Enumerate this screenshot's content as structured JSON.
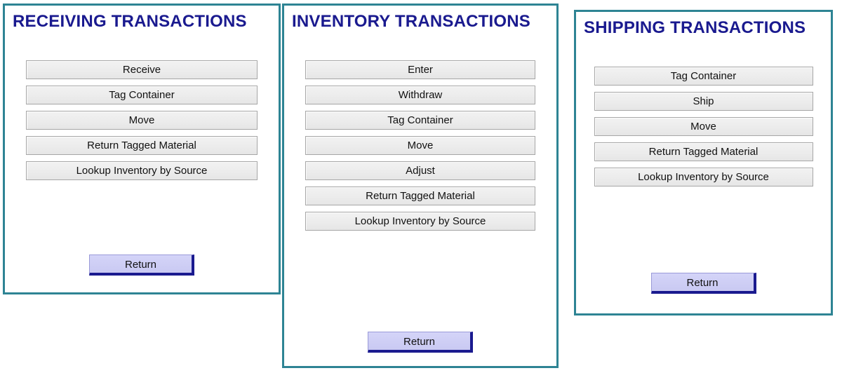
{
  "theme": {
    "panel_border_color": "#2e8494",
    "title_color": "#1a1a8f",
    "button_face_color": "#ececec",
    "button_border_color": "#a6a6a6",
    "return_button_color": "#ccccf5",
    "return_button_shadow_color": "#1a1a8f",
    "background_color": "#ffffff"
  },
  "panels": [
    {
      "id": "receiving",
      "title": "RECEIVING TRANSACTIONS",
      "buttons": [
        "Receive",
        "Tag Container",
        "Move",
        "Return Tagged Material",
        "Lookup Inventory by Source"
      ],
      "return_label": "Return"
    },
    {
      "id": "inventory",
      "title": "INVENTORY TRANSACTIONS",
      "buttons": [
        "Enter",
        "Withdraw",
        "Tag Container",
        "Move",
        "Adjust",
        "Return Tagged Material",
        "Lookup Inventory by Source"
      ],
      "return_label": "Return"
    },
    {
      "id": "shipping",
      "title": "SHIPPING TRANSACTIONS",
      "buttons": [
        "Tag Container",
        "Ship",
        "Move",
        "Return Tagged Material",
        "Lookup Inventory by Source"
      ],
      "return_label": "Return"
    }
  ]
}
